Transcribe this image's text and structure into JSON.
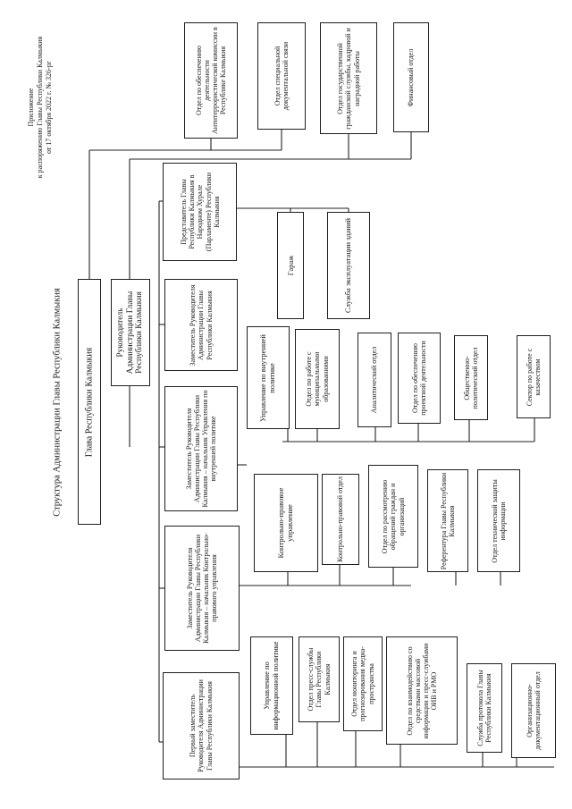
{
  "header": {
    "appendix_line1": "Приложение",
    "appendix_line2": "к распоряжению Главы Республики Калмыкия",
    "appendix_line3": "от 17 октября 2022 г. № 326-рг",
    "title": "Структура Администрации Главы Республики Калмыкия"
  },
  "head": {
    "label": "Глава Республики Калмыкия"
  },
  "chief": {
    "label": "Руководитель Администрации Главы Республики Калмыкия"
  },
  "top_units": [
    "Отдел по обеспечению деятельности Антитеррористической комиссии в Республике Калмыкия",
    "Отдел специальной документальной связи",
    "Отдел государственной гражданской службы, кадровой и наградной работы",
    "Финансовый отдел"
  ],
  "deputies": [
    "Первый заместитель Руководителя Администрации Главы Республики Калмыкия",
    "Заместитель Руководителя Администрации Главы Республики Калмыкия – начальник Контрольно-правового управления",
    "Заместитель Руководителя Администрации Главы Республики Калмыкия – начальник Управления по внутренней политике",
    "Заместитель Руководителя Администрации Главы Республики Калмыкия",
    "Представитель Главы Республики Калмыкия в Народном Хурале (Парламенте) Республики Калмыкия"
  ],
  "deputy4_units": [
    "Гараж",
    "Служба эксплуатации зданий"
  ],
  "internal_policy": {
    "label": "Управление по внутренней политике",
    "units": [
      "Отдел по работе с муниципальными образованиями",
      "Аналитический отдел",
      "Отдел по обеспечению проектной деятельности",
      "Общественно-политический отдел",
      "Сектор по работе с казачеством"
    ]
  },
  "control_legal": {
    "label": "Контрольно-правовое управление",
    "units": [
      "Контрольно-правовой отдел",
      "Отдел по рассмотрению обращений граждан и организаций"
    ]
  },
  "deputy2_extra": [
    "Референтура Главы Республики Калмыкия",
    "Отдел технической защиты информации"
  ],
  "info_policy": {
    "label": "Управление по информационной политике",
    "units": [
      "Отдел пресс-службы Главы Республики Калмыкия",
      "Отдел мониторинга и прогнозирования медиа-пространства",
      "Отдел по взаимодействию со средствами массовой информации и пресс-службами ОИВ и РМО"
    ]
  },
  "deputy1_extra": [
    "Служба протокола Главы Республики Калмыкия",
    "Организационно-документационный отдел"
  ]
}
